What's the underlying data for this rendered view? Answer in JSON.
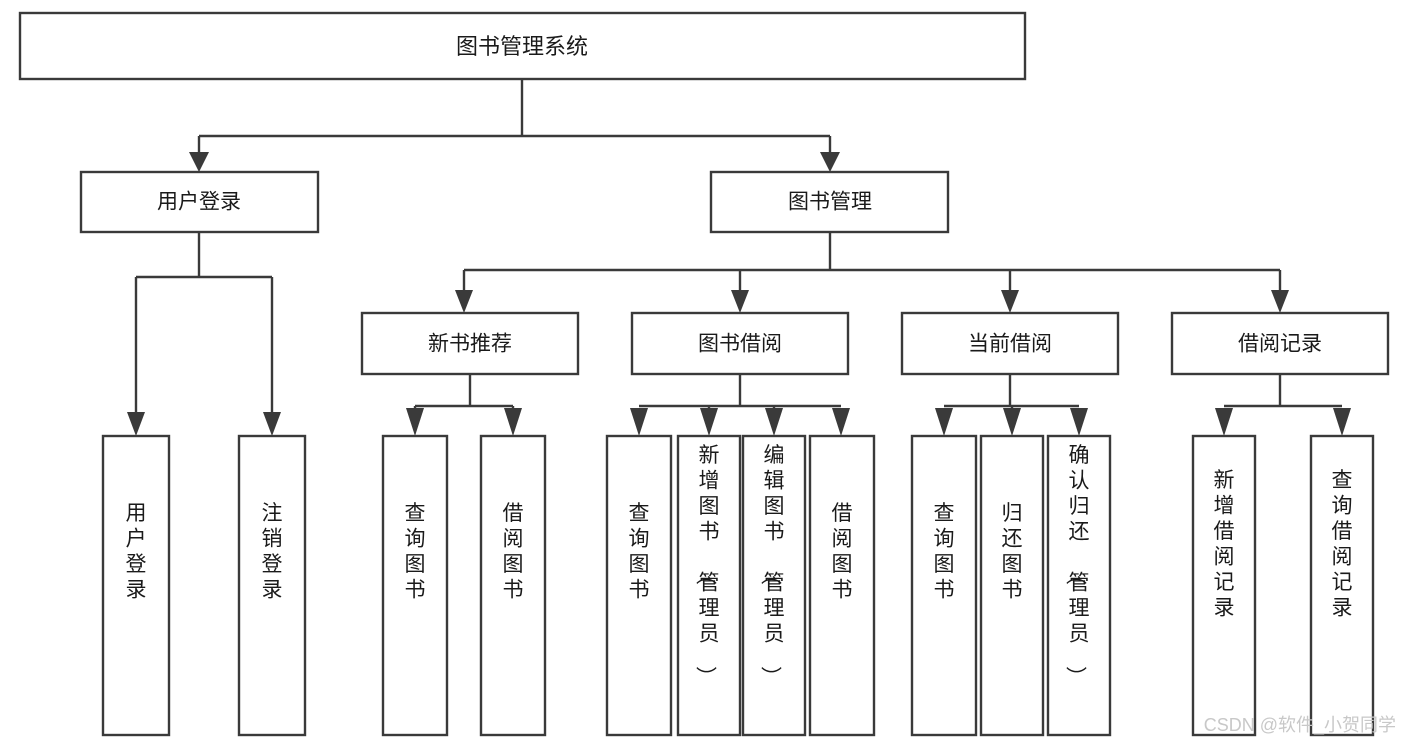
{
  "diagram": {
    "title": "图书管理系统",
    "type": "tree-hierarchy-chart",
    "orientation": "top-down",
    "colors": {
      "box_fill": "#ffffff",
      "box_stroke": "#3a3a3a",
      "connector": "#3a3a3a",
      "text": "#1a1a1a",
      "background": "#ffffff",
      "watermark": "#c8c8c8"
    },
    "root": {
      "label": "图书管理系统"
    },
    "level2": [
      {
        "label": "用户登录"
      },
      {
        "label": "图书管理"
      }
    ],
    "level3": [
      {
        "label": "新书推荐"
      },
      {
        "label": "图书借阅"
      },
      {
        "label": "当前借阅"
      },
      {
        "label": "借阅记录"
      }
    ],
    "leaves": {
      "user_login": [
        {
          "label": "用户登录"
        },
        {
          "label": "注销登录"
        }
      ],
      "new_book_recommend": [
        {
          "label": "查询图书"
        },
        {
          "label": "借阅图书"
        }
      ],
      "book_borrow": [
        {
          "label": "查询图书"
        },
        {
          "label": "新增图书（管理员）"
        },
        {
          "label": "编辑图书（管理员）"
        },
        {
          "label": "借阅图书"
        }
      ],
      "current_borrow": [
        {
          "label": "查询图书"
        },
        {
          "label": "归还图书"
        },
        {
          "label": "确认归还（管理员）"
        }
      ],
      "borrow_record": [
        {
          "label": "新增借阅记录"
        },
        {
          "label": "查询借阅记录"
        }
      ]
    },
    "watermark": "CSDN @软件_小贺同学"
  }
}
